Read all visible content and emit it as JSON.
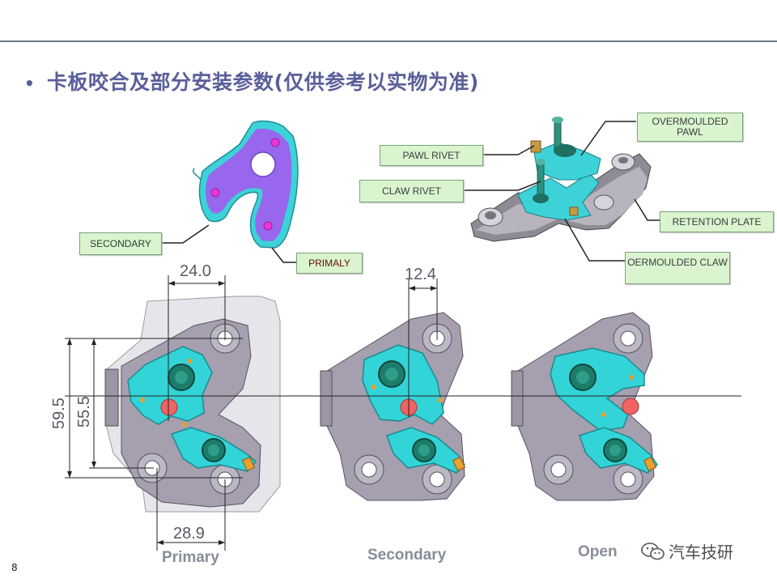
{
  "slide": {
    "title": "卡板咬合及部分安装参数(仅供参考以实物为准)",
    "bullet": "•",
    "page_number": "8",
    "watermark": "汽车技研"
  },
  "callouts": {
    "secondary": "SECONDARY",
    "primaly": "PRIMALY",
    "pawl_rivet": "PAWL RIVET",
    "claw_rivet": "CLAW RIVET",
    "overmoulded_pawl": "OVERMOULDED PAWL",
    "retention_plate": "RETENTION PLATE",
    "oermoulded_claw": "OERMOULDED CLAW"
  },
  "dimensions": {
    "d1": "24.0",
    "d2": "12.4",
    "d3": "59.5",
    "d4": "55.5",
    "d5": "28.9"
  },
  "states": {
    "primary": "Primary",
    "secondary": "Secondary",
    "open": "Open"
  },
  "colors": {
    "title": "#5a5f9a",
    "claw": "#32d6d6",
    "plate": "#a59fb0",
    "callout_bg": "#d9f4cf",
    "purple": "#9966ee",
    "red_dot": "#f05a5a"
  }
}
